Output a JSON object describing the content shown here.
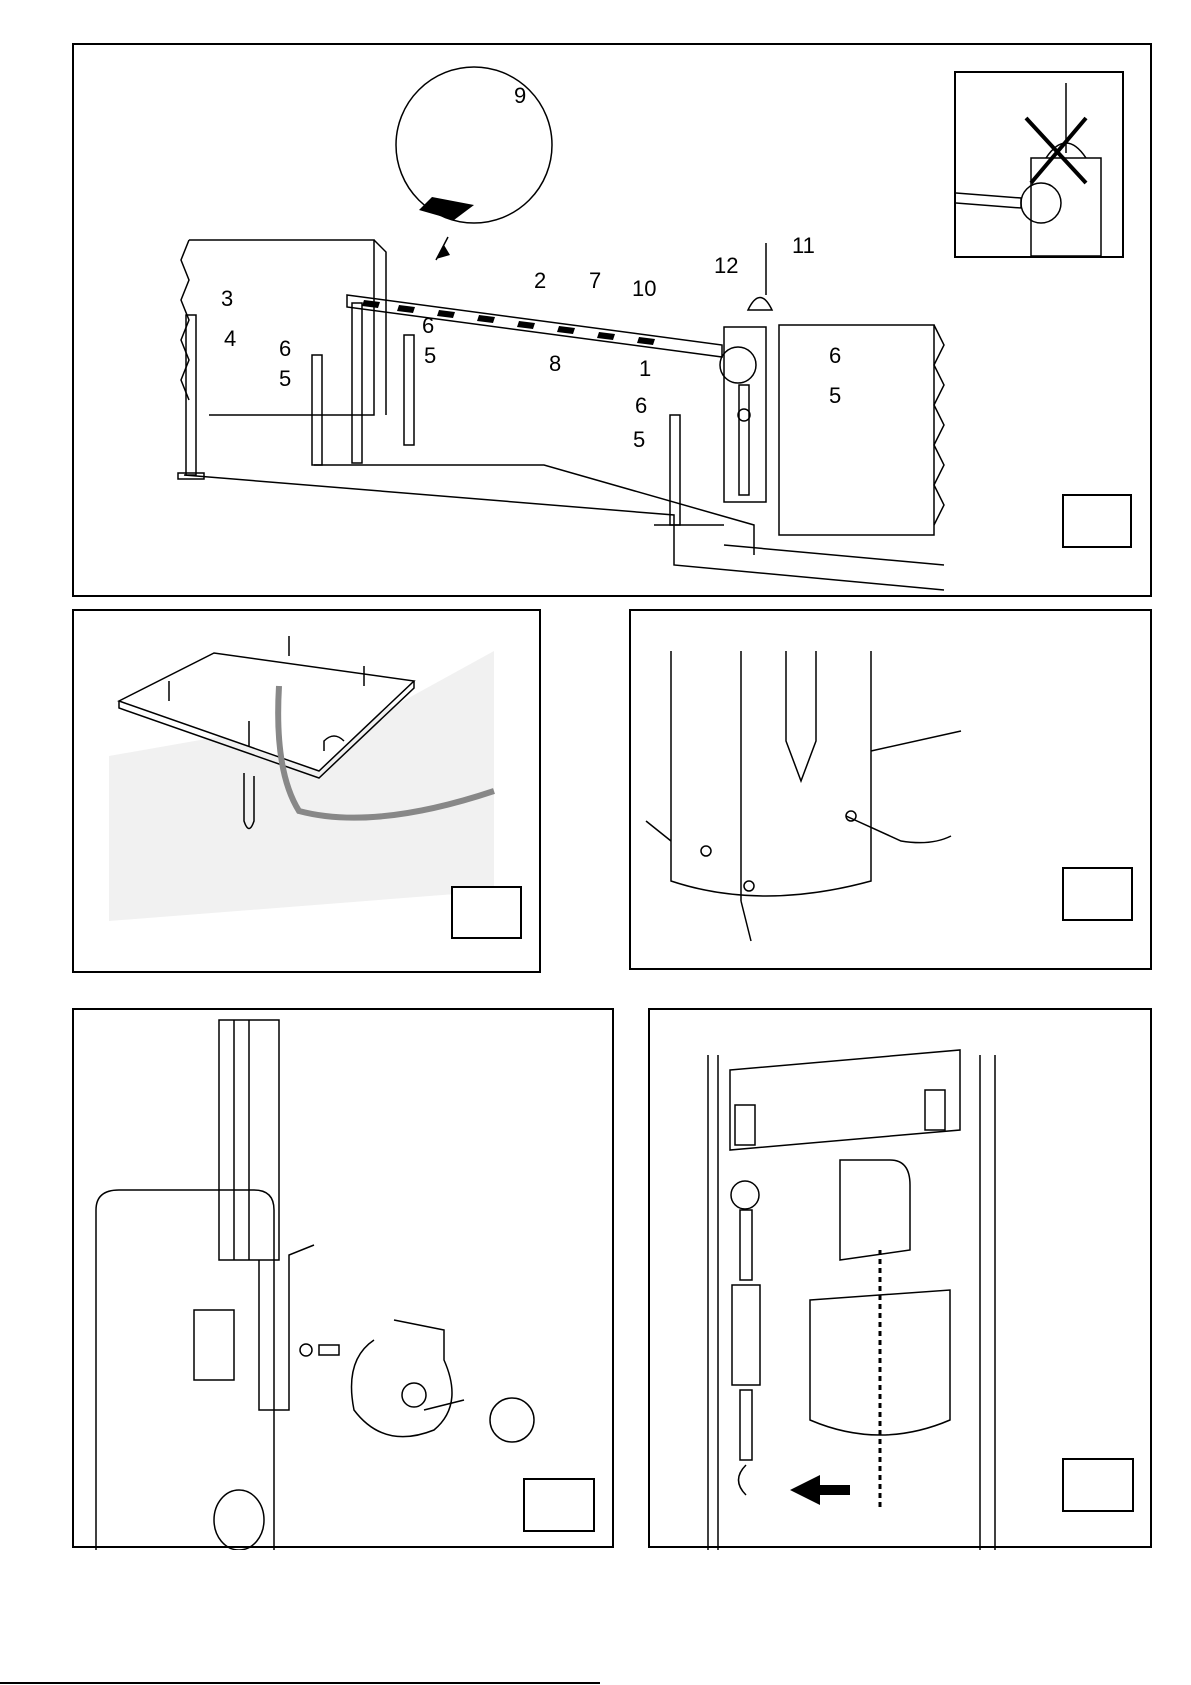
{
  "figure1": {
    "callouts": {
      "c9": "9",
      "c2": "2",
      "c7": "7",
      "c10": "10",
      "c12": "12",
      "c11": "11",
      "c3": "3",
      "c4": "4",
      "c6a": "6",
      "c5a": "5",
      "c6b": "6",
      "c5b": "5",
      "c8": "8",
      "c1": "1",
      "c6c": "6",
      "c5c": "5",
      "c6d": "6",
      "c5d": "5"
    }
  },
  "colors": {
    "line": "#000000",
    "background": "#ffffff"
  }
}
